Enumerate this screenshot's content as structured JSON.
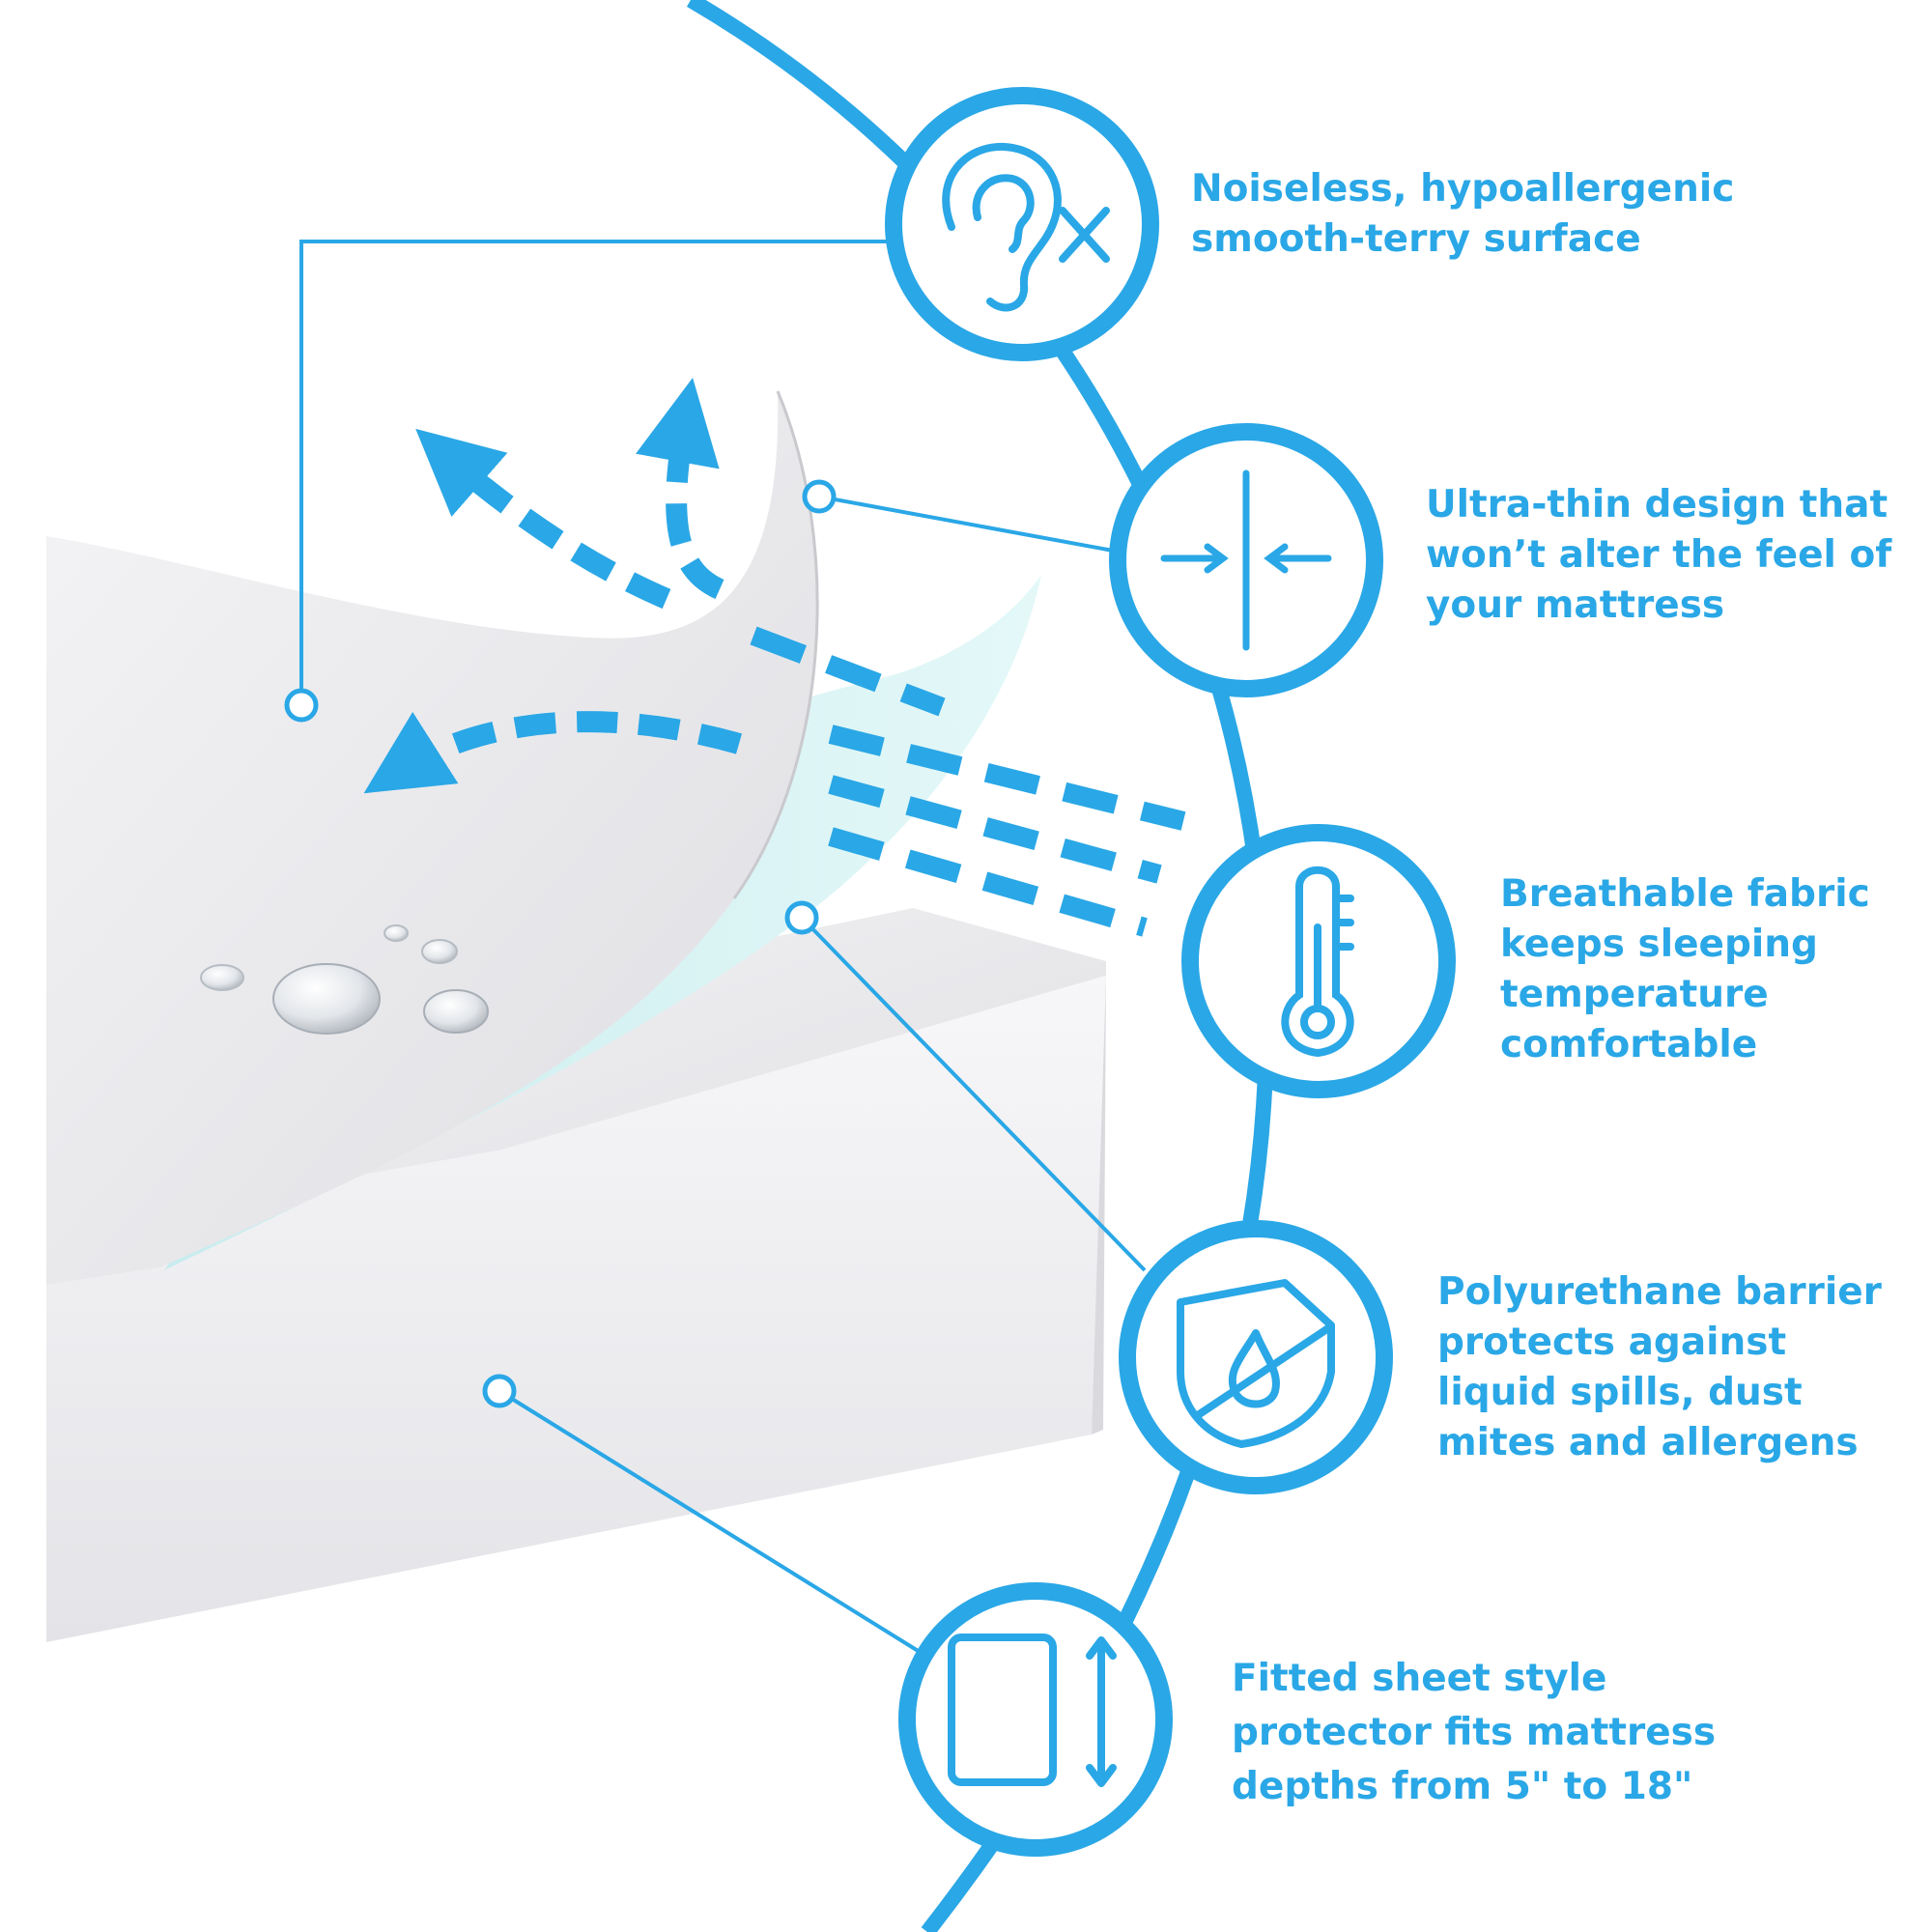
{
  "accent_color": "#2aa7e6",
  "fabric_colors": {
    "top": "#ececee",
    "middle": "#d4f0f1",
    "mattress": "#f1f1f3"
  },
  "features": [
    {
      "icon": "ear-noise-off-icon",
      "lines": [
        "Noiseless, hypoallergenic",
        "smooth-terry surface"
      ]
    },
    {
      "icon": "thin-layer-arrows-icon",
      "lines": [
        "Ultra-thin design that",
        "won’t alter the feel of",
        "your mattress"
      ]
    },
    {
      "icon": "thermometer-icon",
      "lines": [
        "Breathable fabric",
        "keeps sleeping",
        "temperature",
        "comfortable"
      ]
    },
    {
      "icon": "waterproof-shield-icon",
      "lines": [
        "Polyurethane barrier",
        "protects against",
        "liquid spills, dust",
        "mites and allergens"
      ]
    },
    {
      "icon": "fitted-sheet-depth-icon",
      "lines": [
        "Fitted sheet style",
        "protector fits mattress",
        "depths from 5\" to 18\""
      ]
    }
  ]
}
